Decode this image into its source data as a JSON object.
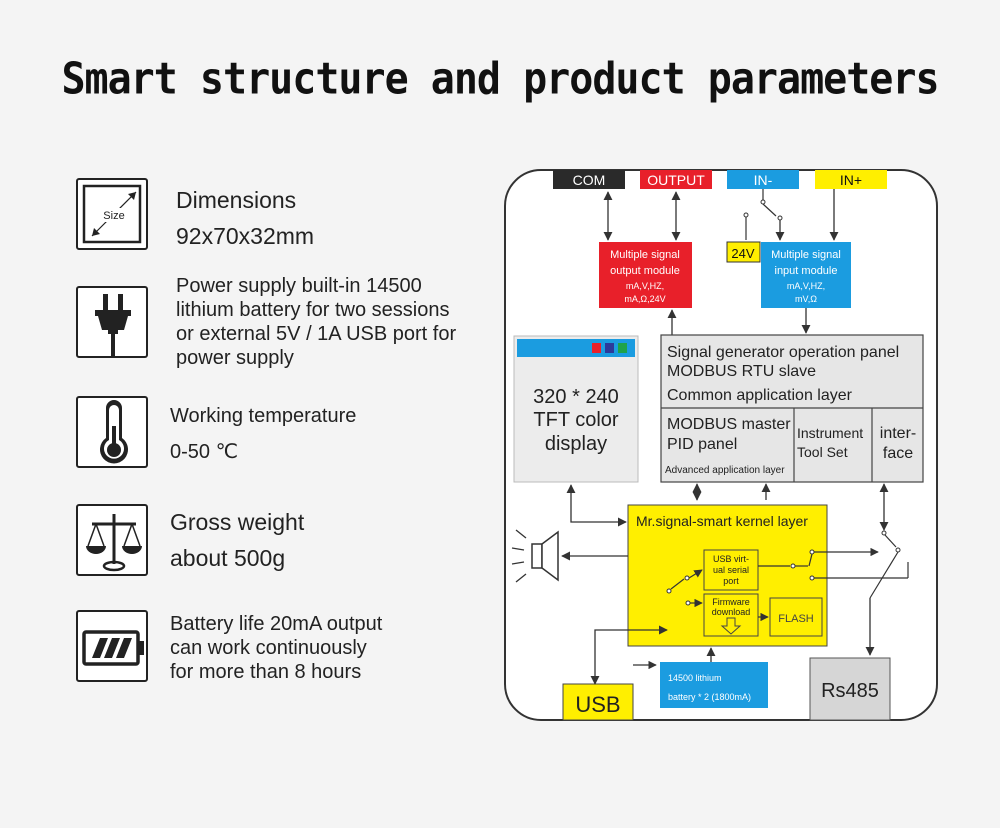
{
  "title": "Smart structure and product parameters",
  "params": [
    {
      "icon": "size-icon",
      "icon_label": "Size",
      "lines": [
        "Dimensions",
        "92x70x32mm"
      ]
    },
    {
      "icon": "plug-icon",
      "lines": [
        "Power supply built-in 14500",
        "lithium battery for two sessions",
        "or external 5V / 1A USB port for",
        "power supply"
      ]
    },
    {
      "icon": "thermometer-icon",
      "lines": [
        "Working temperature",
        "0-50 ℃"
      ]
    },
    {
      "icon": "scale-icon",
      "lines": [
        "Gross weight",
        "about 500g"
      ]
    },
    {
      "icon": "battery-icon",
      "lines": [
        "Battery life 20mA output",
        "can work continuously",
        "for more than 8 hours"
      ]
    }
  ],
  "diagram": {
    "ports": {
      "com": "COM",
      "output": "OUTPUT",
      "in_minus": "IN-",
      "in_plus": "IN+"
    },
    "output_module": {
      "line1": "Multiple signal",
      "line2": "output module",
      "line3": "mA,V,HZ,",
      "line4": "mA,Ω,24V"
    },
    "v24": "24V",
    "input_module": {
      "line1": "Multiple signal",
      "line2": "input module",
      "line3": "mA,V,HZ,",
      "line4": "mV,Ω"
    },
    "display": {
      "line1": "320 * 240",
      "line2": "TFT color",
      "line3": "display"
    },
    "common_layer": {
      "line1": "Signal generator operation panel",
      "line2": "MODBUS RTU slave",
      "line3": "Common application layer"
    },
    "advanced": {
      "line1": "MODBUS master",
      "line2": "PID panel",
      "line3": "Advanced application layer"
    },
    "toolset": {
      "line1": "Instrument",
      "line2": "Tool Set"
    },
    "interface": {
      "line1": "inter-",
      "line2": "face"
    },
    "kernel": "Mr.signal-smart kernel layer",
    "usb_serial": {
      "line1": "USB virt-",
      "line2": "ual serial",
      "line3": "port"
    },
    "firmware": {
      "line1": "Firmware",
      "line2": "download"
    },
    "flash": "FLASH",
    "usb": "USB",
    "battery": {
      "line1": "14500 lithium",
      "line2": "battery * 2 (1800mA)"
    },
    "rs485": "Rs485"
  },
  "colors": {
    "red": "#e8202a",
    "blue": "#1b9ce0",
    "yellow": "#ffef00",
    "black": "#2a2a2a",
    "gray": "#e6e6e6",
    "dark_gray": "#d6d6d6"
  }
}
